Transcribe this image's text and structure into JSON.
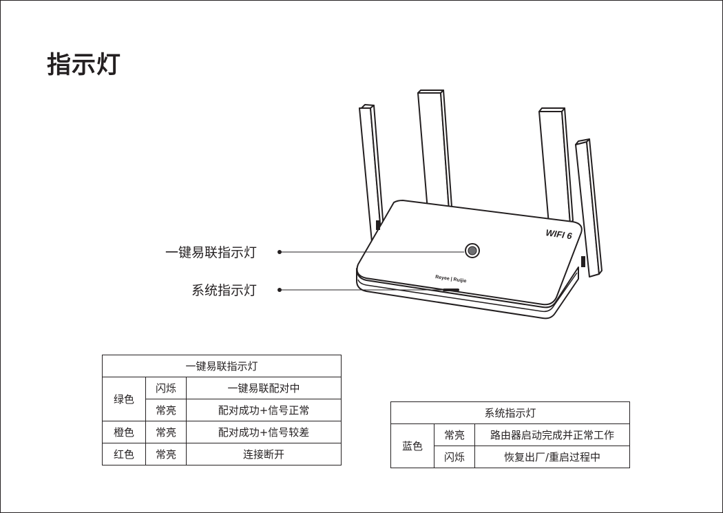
{
  "title": "指示灯",
  "callouts": {
    "pairing_light": "一键易联指示灯",
    "system_light": "系统指示灯"
  },
  "router": {
    "wifi_mark": "WIFI 6",
    "brand_mark": "Reyee | Ruijie"
  },
  "pairing_table": {
    "header": "一键易联指示灯",
    "rows": [
      {
        "color": "绿色",
        "state": "闪烁",
        "meaning": "一键易联配对中"
      },
      {
        "color": "",
        "state": "常亮",
        "meaning": "配对成功+信号正常"
      },
      {
        "color": "橙色",
        "state": "常亮",
        "meaning": "配对成功+信号较差"
      },
      {
        "color": "红色",
        "state": "常亮",
        "meaning": "连接断开"
      }
    ]
  },
  "system_table": {
    "header": "系统指示灯",
    "rows": [
      {
        "color": "蓝色",
        "state": "常亮",
        "meaning": "路由器启动完成并正常工作"
      },
      {
        "color": "",
        "state": "闪烁",
        "meaning": "恢复出厂/重启过程中"
      }
    ]
  }
}
